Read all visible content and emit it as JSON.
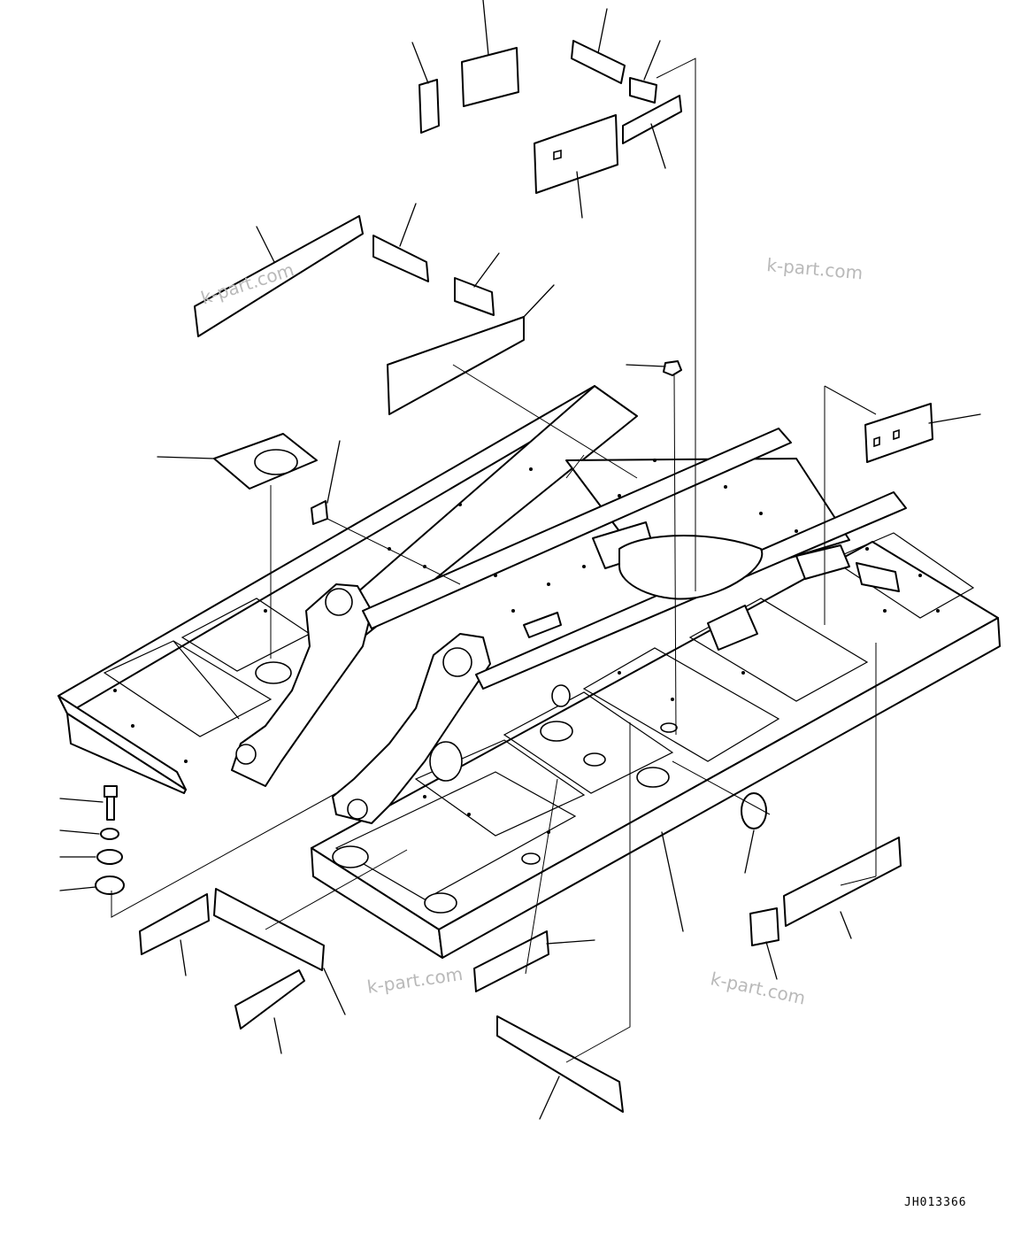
{
  "drawing": {
    "drawing_code": "JH013366",
    "watermarks": [
      "k-part.com",
      "k-part.com",
      "k-part.com",
      "k-part.com"
    ]
  }
}
